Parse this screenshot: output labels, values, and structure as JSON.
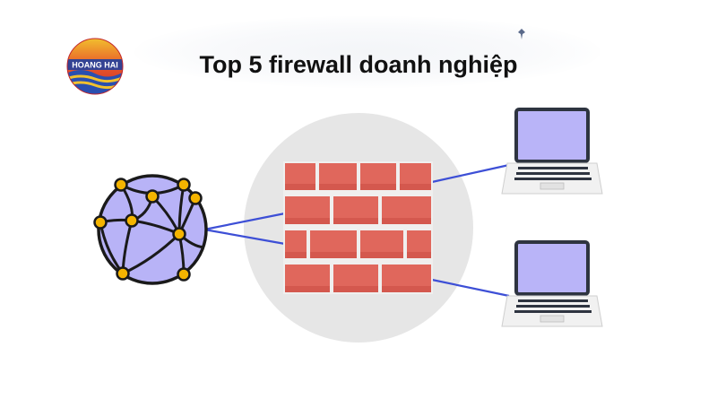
{
  "header": {
    "title": "Top 5 firewall doanh nghiệp",
    "logo_text": "HOANG HAI"
  },
  "diagram": {
    "nodes": [
      {
        "id": "internet",
        "icon": "globe-network-icon"
      },
      {
        "id": "firewall",
        "icon": "brick-wall-icon"
      },
      {
        "id": "laptop-top",
        "icon": "laptop-icon"
      },
      {
        "id": "laptop-bottom",
        "icon": "laptop-icon"
      }
    ],
    "edges": [
      {
        "from": "internet",
        "to": "firewall"
      },
      {
        "from": "firewall",
        "to": "laptop-top"
      },
      {
        "from": "firewall",
        "to": "laptop-bottom"
      }
    ]
  },
  "colors": {
    "brick": "#e0675c",
    "brick_dark": "#d4584e",
    "mortar": "#f0efee",
    "halo": "#e6e6e6",
    "connector": "#3d4fd6",
    "globe_fill": "#b8b3f7",
    "node_fill": "#f4b400",
    "outline": "#1a1a1a",
    "screen": "#b9b4f8",
    "laptop_body": "#f1f1f1"
  }
}
